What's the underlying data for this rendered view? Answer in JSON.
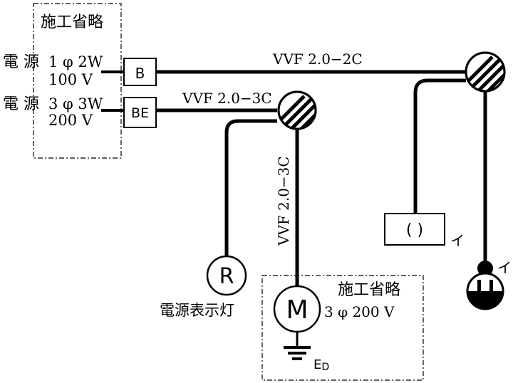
{
  "areas": {
    "upper_omitted": "施工省略",
    "lower_omitted": "施工省略"
  },
  "sources": {
    "src1_name": "電 源",
    "src1_phase": "1 φ 2W",
    "src1_voltage": "100 V",
    "src2_name": "電 源",
    "src2_phase": "3 φ 3W",
    "src2_voltage": "200 V"
  },
  "breakers": {
    "b": "B",
    "be": "BE"
  },
  "cables": {
    "top": "VVF 2.0−2C",
    "middle": "VVF 2.0−3C",
    "vertical": "VVF 2.0−3C"
  },
  "devices": {
    "pilot_symbol": "R",
    "pilot_label": "電源表示灯",
    "motor_symbol": "M",
    "motor_rating": "3 φ 200 V",
    "ground_label": "E",
    "ground_sub": "D",
    "ceiling_symbol": "( )",
    "ceiling_tag": "イ",
    "switch_tag": "イ"
  }
}
